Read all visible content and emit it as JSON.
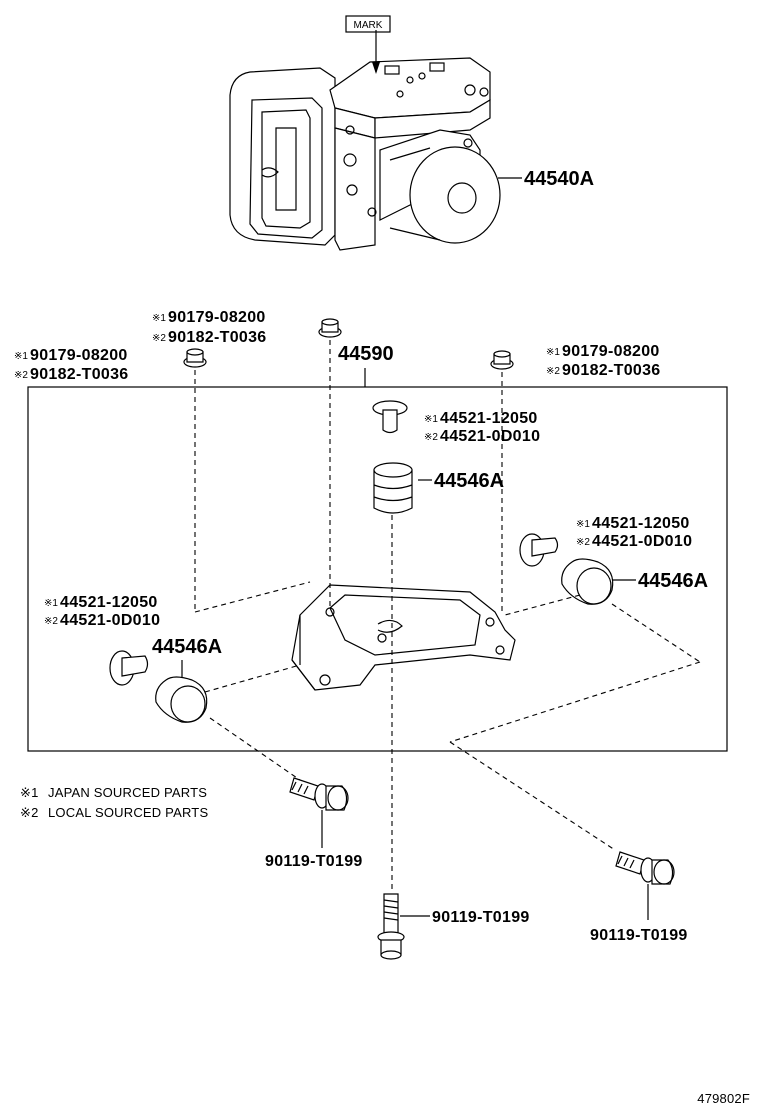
{
  "mark_label": "MARK",
  "labels": {
    "actuator": "44540A",
    "bracket": "44590",
    "bolt_top_center_a": "90179-08200",
    "bolt_top_center_b": "90182-T0036",
    "bolt_left_a": "90179-08200",
    "bolt_left_b": "90182-T0036",
    "bolt_right_a": "90179-08200",
    "bolt_right_b": "90182-T0036",
    "collar_top_a": "44521-12050",
    "collar_top_b": "44521-0D010",
    "cushion_top": "44546A",
    "collar_right_a": "44521-12050",
    "collar_right_b": "44521-0D010",
    "cushion_right": "44546A",
    "collar_left_a": "44521-12050",
    "collar_left_b": "44521-0D010",
    "cushion_left": "44546A",
    "bolt_low_left": "90119-T0199",
    "bolt_low_center": "90119-T0199",
    "bolt_low_right": "90119-T0199"
  },
  "marks": {
    "m1": "※1",
    "m2": "※2"
  },
  "notes": {
    "n1_mark": "※1",
    "n1_text": "JAPAN SOURCED PARTS",
    "n2_mark": "※2",
    "n2_text": "LOCAL SOURCED PARTS"
  },
  "figure_id": "479802F"
}
